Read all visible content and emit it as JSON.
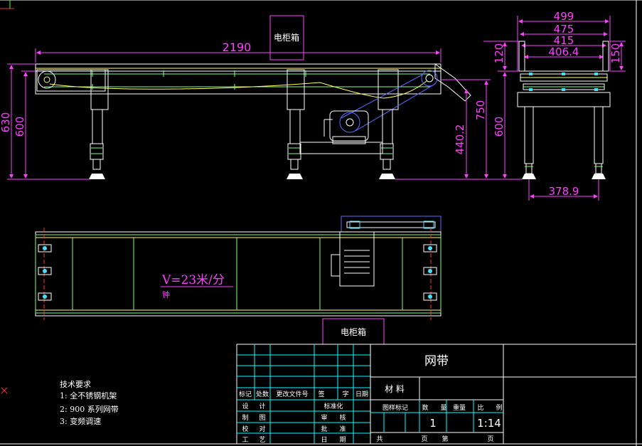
{
  "colors": {
    "background": "#000000",
    "frame": "#ffffff",
    "dimension": "#ff40ff",
    "belt": "#ffff66",
    "structure": "#80ff80",
    "machine": "#5a6cff",
    "cyan": "#40e0ff",
    "grid": "#00ffff",
    "center": "#ff3030"
  },
  "front_view": {
    "label_cabinet": "电柜箱",
    "dim_length": "2190",
    "dim_630": "630",
    "dim_600": "600",
    "dim_750": "750",
    "dim_440_2": "440.2"
  },
  "side_view": {
    "dim_499": "499",
    "dim_475": "475",
    "dim_415": "415",
    "dim_406_4": "406.4",
    "dim_120": "120",
    "dim_150": "150",
    "dim_600": "600",
    "dim_378_9": "378.9"
  },
  "top_view": {
    "speed_text": "V=23米/分",
    "speed_unit_wrap": "钟",
    "label_cabinet": "电柜箱"
  },
  "technical_requirements": {
    "title": "技术要求",
    "items": [
      "1: 全不锈钢机架",
      "2: 900 系列网带",
      "3: 变频调速"
    ]
  },
  "title_block": {
    "part_name": "网带",
    "material_label": "材  料",
    "row_header": [
      "标记",
      "处数",
      "更改文件号",
      "签",
      "字",
      "日期"
    ],
    "left_rows": [
      [
        "设",
        "计",
        "标准化"
      ],
      [
        "制",
        "图",
        "审",
        "核"
      ],
      [
        "校",
        "对",
        "批",
        "准"
      ],
      [
        "工",
        "艺",
        "日",
        "期"
      ]
    ],
    "stage_labels": [
      "图样标记",
      "数",
      "量",
      "重量",
      "比",
      "例"
    ],
    "quantity": "1",
    "scale": "1:14",
    "sheet_info": [
      "共",
      "页",
      "第",
      "页"
    ]
  }
}
